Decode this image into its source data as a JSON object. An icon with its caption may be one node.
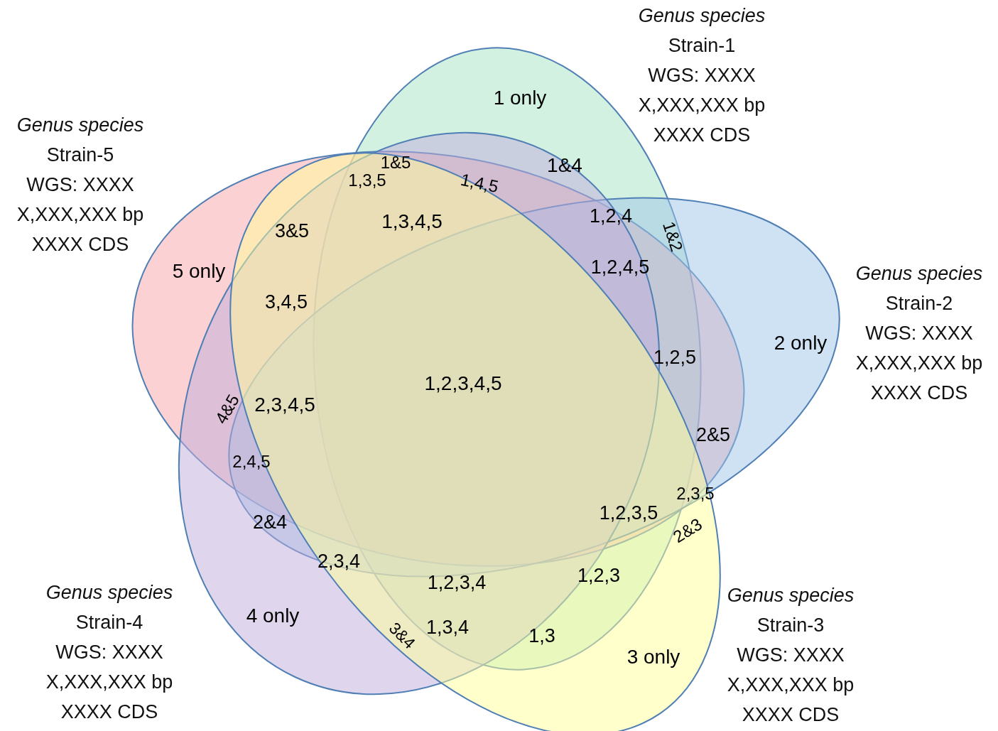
{
  "diagram": {
    "nodes": [
      {
        "text": [
          "Genus species",
          "Strain-1",
          "WGS: XXXX",
          "X,XXX,XXX bp",
          "XXXX CDS"
        ]
      },
      {
        "text": [
          "Genus species",
          "Strain-5",
          "WGS: XXXX",
          "X,XXX,XXX bp",
          "XXXX CDS"
        ]
      },
      {
        "text": [
          "Genus species",
          "Strain-2",
          "WGS: XXXX",
          "X,XXX,XXX bp",
          "XXXX CDS"
        ]
      },
      {
        "text": [
          "Genus species",
          "Strain-4",
          "WGS: XXXX",
          "X,XXX,XXX bp",
          "XXXX CDS"
        ]
      },
      {
        "text": [
          "Genus species",
          "Strain-3",
          "WGS: XXXX",
          "X,XXX,XXX bp",
          "XXXX CDS"
        ]
      }
    ],
    "labels": [
      "1 only",
      "1&5",
      "1&4",
      "1,3,5",
      "1,4,5",
      "1,2,4",
      "1,3,4,5",
      "3&5",
      "1&2",
      "1,2,4,5",
      "5 only",
      "3,4,5",
      "2 only",
      "1,2,5",
      "1,2,3,4,5",
      "2,3,4,5",
      "4&5",
      "2&5",
      "2,4,5",
      "2,3,5",
      "1,2,3,5",
      "2&4",
      "2&3",
      "2,3,4",
      "1,2,3",
      "1,2,3,4",
      "4 only",
      "1,3,4",
      "3&4",
      "1,3",
      "3 only"
    ]
  }
}
